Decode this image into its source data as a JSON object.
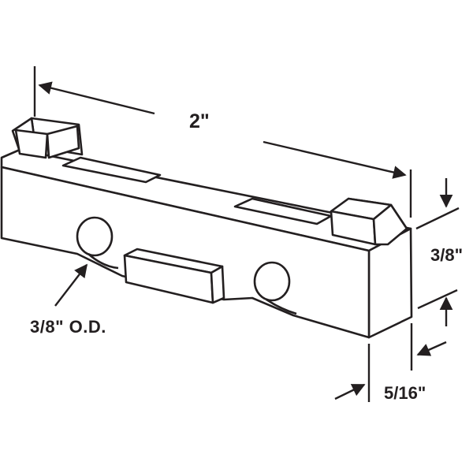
{
  "diagram": {
    "part": "sliding door roller assembly",
    "colors": {
      "outline": "#231f20",
      "fill": "#ffffff"
    },
    "dimensions": {
      "length": "2\"",
      "height": "3/8\"",
      "depth": "5/16\"",
      "wheel_diameter": "3/8\" O.D."
    }
  }
}
